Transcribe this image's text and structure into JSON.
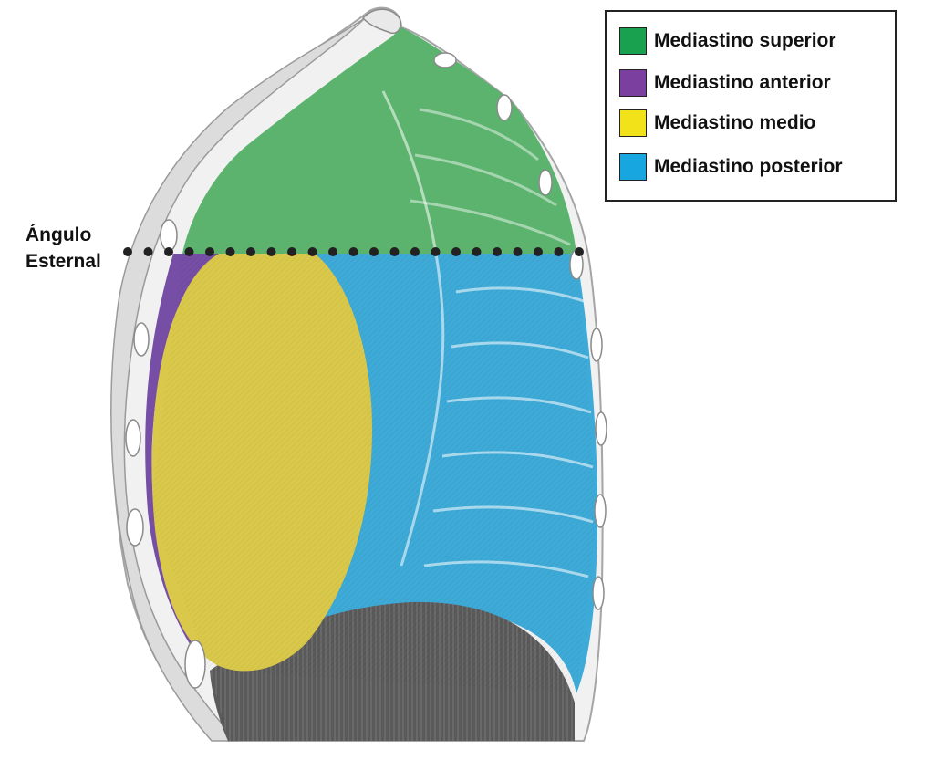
{
  "legend": {
    "items": [
      {
        "label": "Mediastino superior",
        "color": "#1aa14f"
      },
      {
        "label": "Mediastino anterior",
        "color": "#7b3fa0"
      },
      {
        "label": "Mediastino medio",
        "color": "#f2e21a"
      },
      {
        "label": "Mediastino posterior",
        "color": "#18a6e0"
      }
    ]
  },
  "annotation": {
    "line1": "Ángulo",
    "line2": "Esternal"
  },
  "colors": {
    "superior_region": "#4fae63",
    "anterior_region": "#6f44a0",
    "medio_region": "#d9c84a",
    "posterior_region": "#2fa4d6",
    "diaphragm": "#5a5a5a",
    "bone_outline": "#c9c9c9",
    "dotted_line": "#222222"
  }
}
